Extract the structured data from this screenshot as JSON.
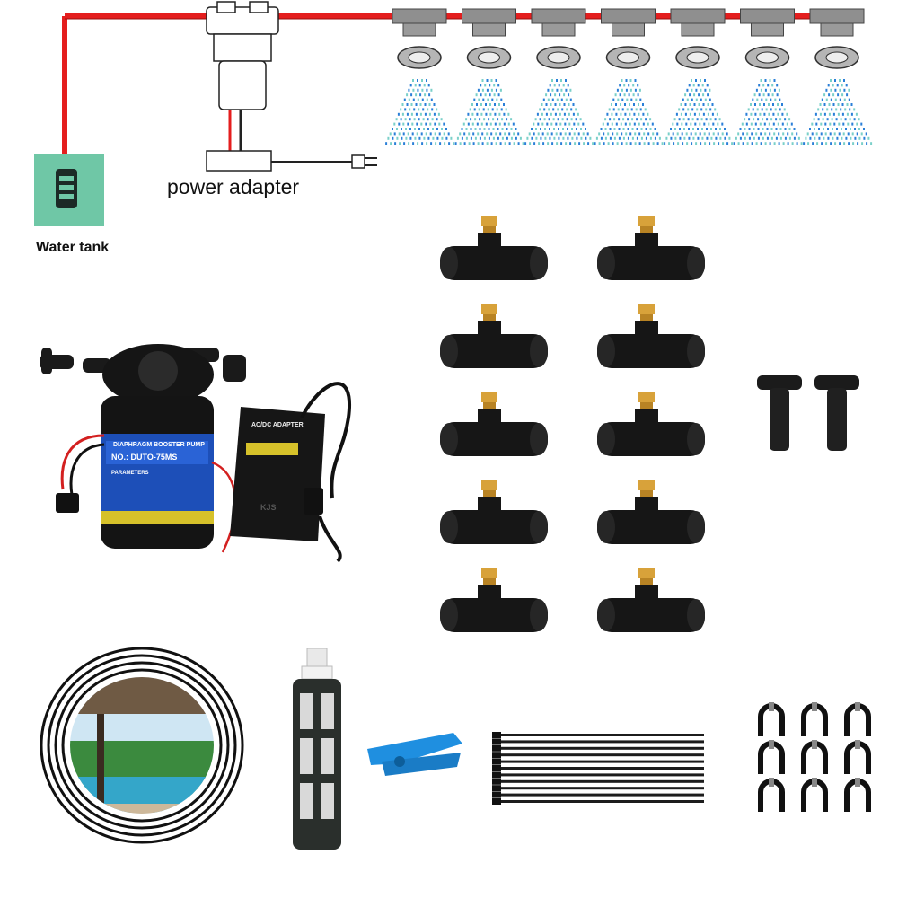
{
  "diagram": {
    "power_adapter_label": "power adapter",
    "water_tank_label": "Water tank",
    "nozzle_count": 7,
    "line_color": "#e41e1e"
  },
  "pump": {
    "model_label": "NO.: DUTO-75MS",
    "params_label": "PARAMETERS",
    "brand_label": "DIAPHRAGM BOOSTER PUMP"
  },
  "adapter": {
    "title": "AC/DC ADAPTER",
    "brand": "KJS"
  },
  "parts": {
    "tee_connector_count": 10,
    "end_plug_count": 2,
    "cable_tie_count": 11,
    "tube_clip_count": 9
  }
}
